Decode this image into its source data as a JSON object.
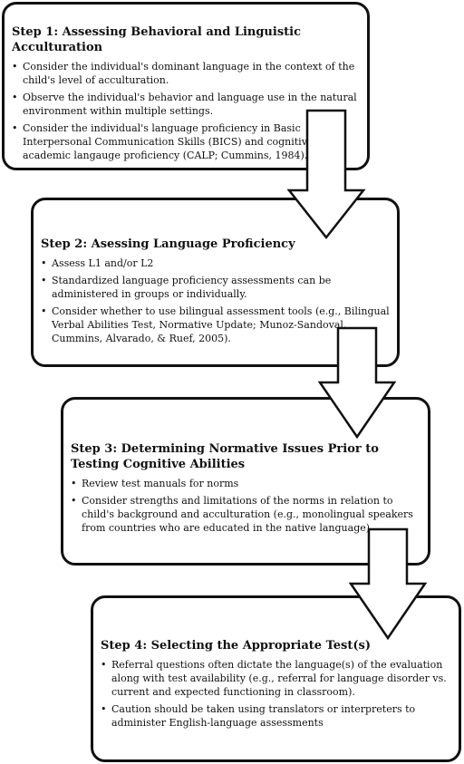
{
  "steps": [
    {
      "title": "Step 1: Assessing Behavioral and Linguistic Acculturation",
      "bullets": [
        "Consider the individual's dominant language in the context of the child's level of acculturation.",
        "Observe the individual's behavior and language use in the natural environment within multiple settings.",
        "Consider the individual's language proficiency in Basic Interpersonal Communication Skills (BICS) and cognitive-academic langauge proficiency (CALP; Cummins, 1984)."
      ]
    },
    {
      "title": "Step 2: Asessing Language Proficiency",
      "bullets": [
        "Assess L1 and/or L2",
        "Standardized language proficiency assessments can be administered in groups or individually.",
        "Consider whether to use bilingual assessment tools (e.g., Bilingual Verbal Abilities Test, Normative Update; Munoz-Sandoval, Cummins, Alvarado, & Ruef, 2005)."
      ]
    },
    {
      "title": "Step 3: Determining Normative Issues Prior to Testing Cognitive Abilities",
      "bullets": [
        "Review test manuals for norms",
        "Consider strengths and limitations of the norms in relation to child's background and acculturation (e.g., monolingual speakers from countries who are educated in the native language)."
      ]
    },
    {
      "title": "Step 4: Selecting the Appropriate Test(s)",
      "bullets": [
        "Referral questions often dictate the language(s) of the evaluation along with test availability (e.g., referral for language disorder vs. current and expected functioning in classroom).",
        "Caution should be taken using translators or interpreters to administer English-language assessments"
      ]
    }
  ]
}
